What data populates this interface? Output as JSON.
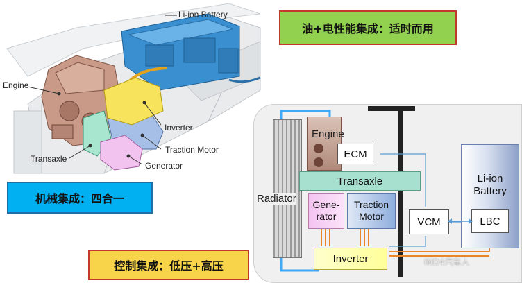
{
  "captions": {
    "top_right": "油+电性能集成：适时而用",
    "left_mid": "机械集成：四合一",
    "bottom": "控制集成：低压+高压"
  },
  "left_figure": {
    "li_ion_battery": "Li-ion Battery",
    "engine": "Engine",
    "inverter": "Inverter",
    "traction_motor": "Traction Motor",
    "transaxle": "Transaxle",
    "generator": "Generator"
  },
  "schematic": {
    "radiator": "Radiator",
    "engine": "Engine",
    "ecm": "ECM",
    "transaxle": "Transaxle",
    "generator": "Gene-\nrator",
    "traction_motor": "Traction\nMotor",
    "vcm": "VCM",
    "battery": "Li-ion\nBattery",
    "lbc": "LBC",
    "inverter": "Inverter"
  },
  "watermark": "IND4汽车人",
  "colors": {
    "caption_yellow": "#f7d44a",
    "caption_green": "#92d050",
    "caption_blue": "#00b0f0",
    "caption_border": "#c0392b",
    "inverter_yellow": "#ffff9a",
    "transaxle_teal": "#a8e0cf",
    "generator_pink": "#f3c3f0",
    "motor_blue": "#8faedd",
    "cooling_blue": "#3fa9f5",
    "hv_orange": "#e8862a"
  }
}
